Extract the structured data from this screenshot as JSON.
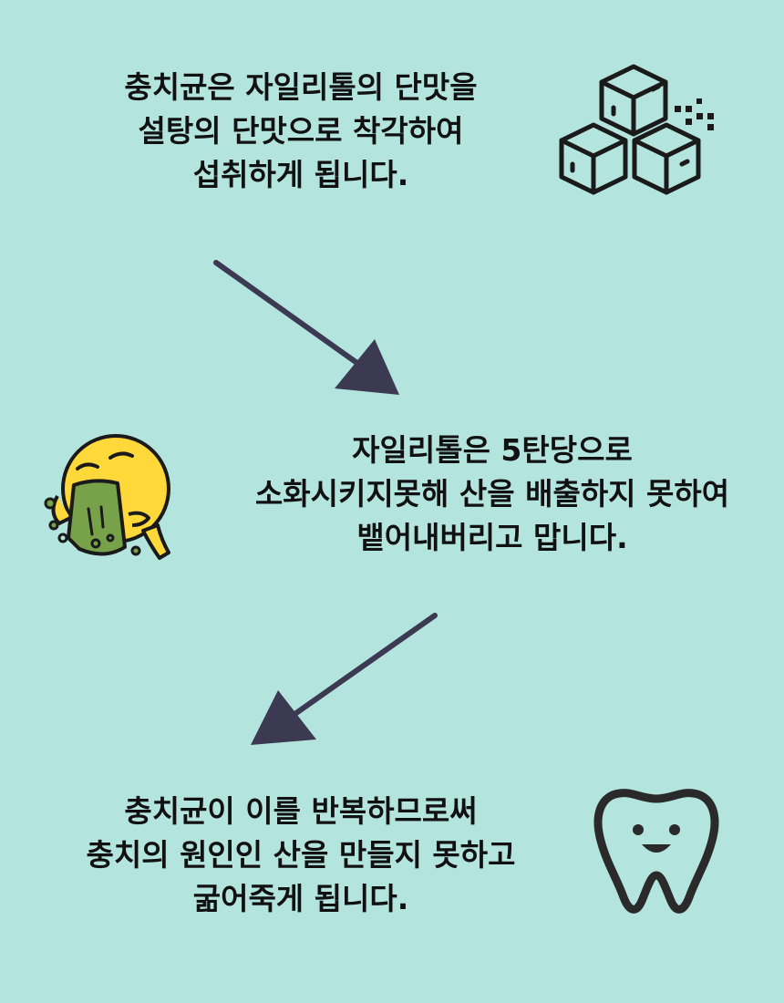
{
  "steps": [
    {
      "lines": [
        "충치균은 자일리톨의 단맛을",
        "설탕의 단맛으로 착각하여",
        "섭취하게 됩니다."
      ],
      "icon": "sugar-cubes-icon"
    },
    {
      "lines": [
        "자일리톨은 5탄당으로",
        "소화시키지못해 산을 배출하지 못하여",
        "뱉어내버리고 맙니다."
      ],
      "icon": "vomiting-character-icon"
    },
    {
      "lines": [
        "충치균이 이를 반복하므로써",
        "충치의 원인인 산을 만들지 못하고",
        "굶어죽게 됩니다."
      ],
      "icon": "tooth-icon"
    }
  ],
  "colors": {
    "background": "#b4e4de",
    "arrow": "#3b3a52",
    "text": "#111111",
    "character_yellow": "#ffd83a",
    "vomit_green": "#78a24a"
  }
}
